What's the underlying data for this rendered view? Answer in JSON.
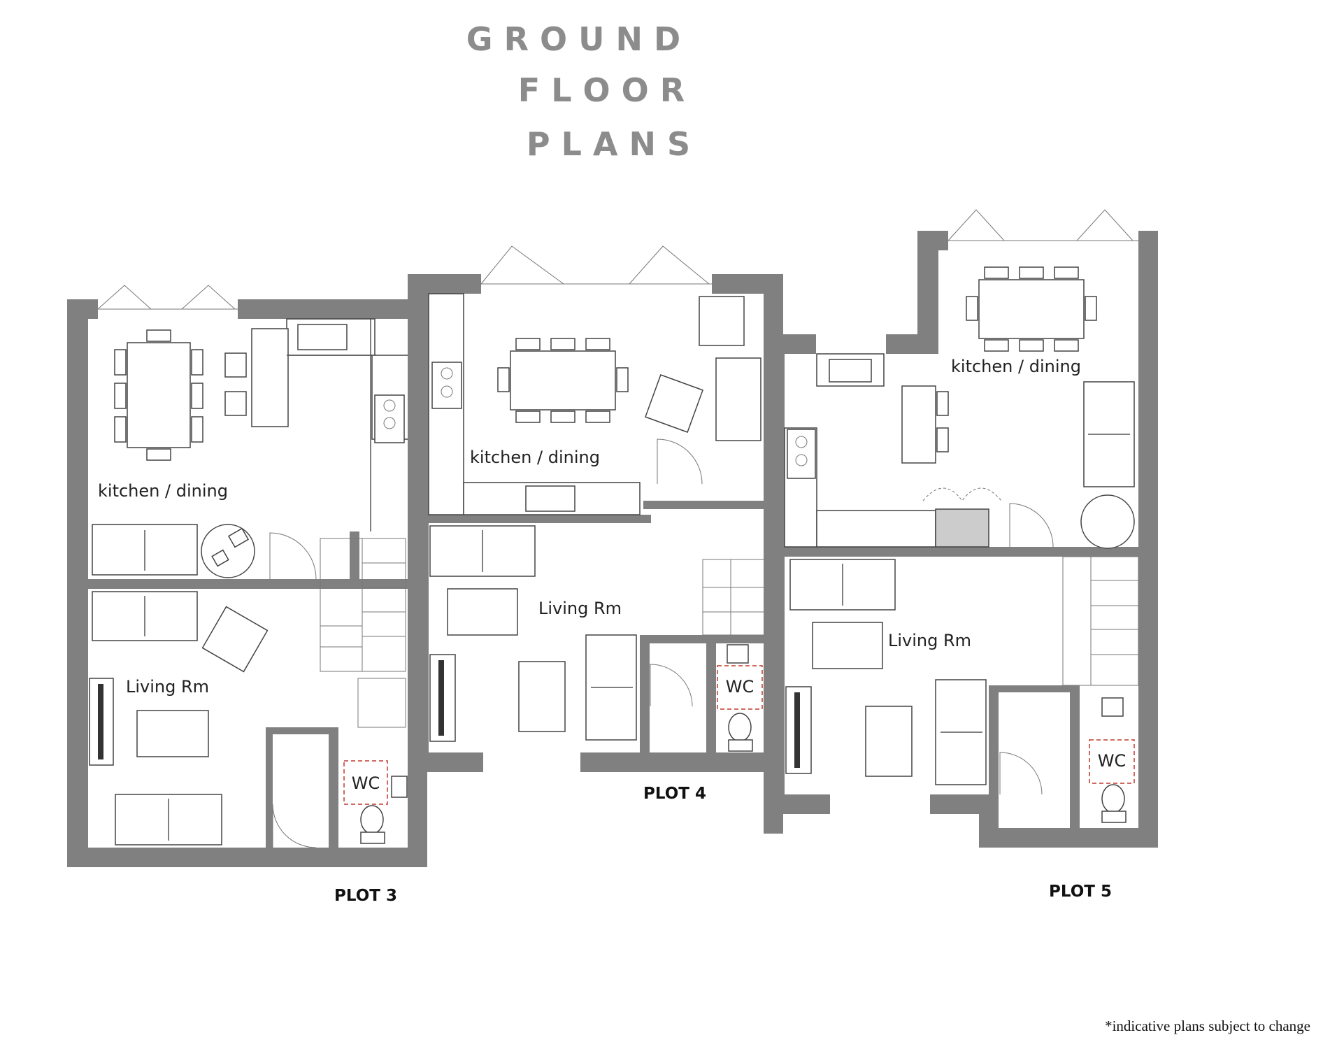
{
  "title": {
    "lines": [
      "G R O U N D",
      "F L O O R",
      "P L A N S"
    ],
    "color": "#8c8c8c"
  },
  "wall_color": "#808080",
  "wc_outline_color": "#c0392b",
  "plots": [
    {
      "plot_label": "PLOT 3",
      "kitchen_label": "kitchen / dining",
      "living_label": "Living Rm",
      "wc_label": "WC"
    },
    {
      "plot_label": "PLOT 4",
      "kitchen_label": "kitchen / dining",
      "living_label": "Living Rm",
      "wc_label": "WC"
    },
    {
      "plot_label": "PLOT 5",
      "kitchen_label": "kitchen / dining",
      "living_label": "Living Rm",
      "wc_label": "WC"
    }
  ],
  "footnote": "*indicative plans subject to change"
}
